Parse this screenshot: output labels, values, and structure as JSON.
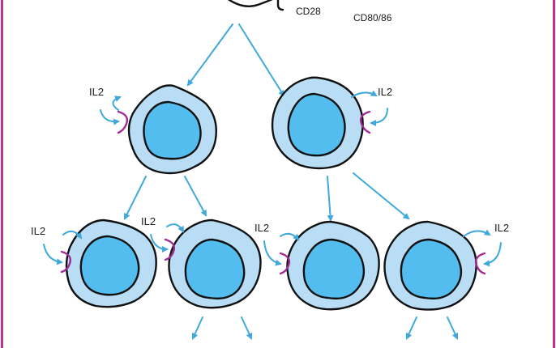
{
  "labels": {
    "cd28": "CD28",
    "cd80_86": "CD80/86",
    "il2": "IL2"
  },
  "colors": {
    "frame": "#c0309a",
    "arrow": "#3fa9dc",
    "cell_fill": "#b9ddf5",
    "nucleus_fill": "#52bdee",
    "receptor": "#a22a93",
    "outline": "#111111"
  },
  "icons": {
    "cell": "t-cell-icon",
    "receptor": "il2-receptor-icon"
  }
}
